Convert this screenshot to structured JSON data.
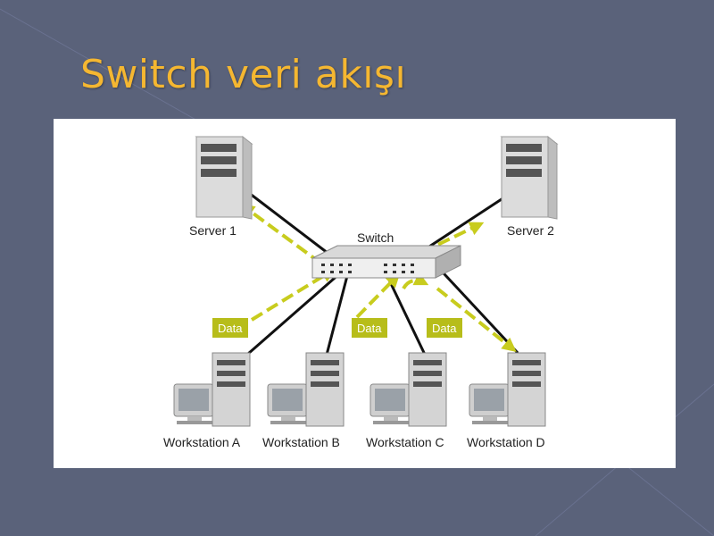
{
  "title": "Switch veri akışı",
  "diagram": {
    "switch_label": "Switch",
    "servers": [
      {
        "label": "Server 1"
      },
      {
        "label": "Server 2"
      }
    ],
    "workstations": [
      {
        "label": "Workstation A"
      },
      {
        "label": "Workstation B"
      },
      {
        "label": "Workstation C"
      },
      {
        "label": "Workstation D"
      }
    ],
    "data_tags": [
      "Data",
      "Data",
      "Data"
    ],
    "colors": {
      "background": "#5a627a",
      "title": "#f5b731",
      "arrow": "#c8cc1e",
      "data_tag": "#b7bd1a",
      "cable": "#111111"
    }
  }
}
